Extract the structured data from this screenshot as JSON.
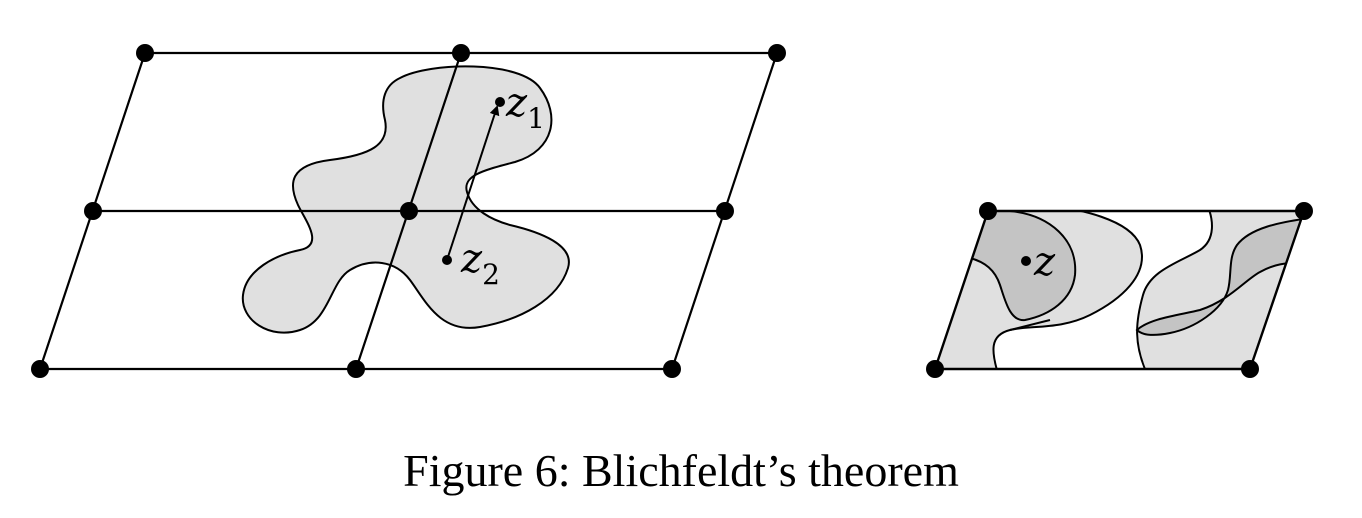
{
  "colors": {
    "background": "#ffffff",
    "ink": "#000000",
    "region_fill": "#e0e0e0",
    "overlap_fill": "#c4c4c4"
  },
  "left_diagram": {
    "point_z1": {
      "letter": "z",
      "subscript": "1"
    },
    "point_z2": {
      "letter": "z",
      "subscript": "2"
    }
  },
  "right_diagram": {
    "point_z": {
      "letter": "z"
    }
  },
  "caption": "Figure 6: Blichfeldt’s theorem"
}
